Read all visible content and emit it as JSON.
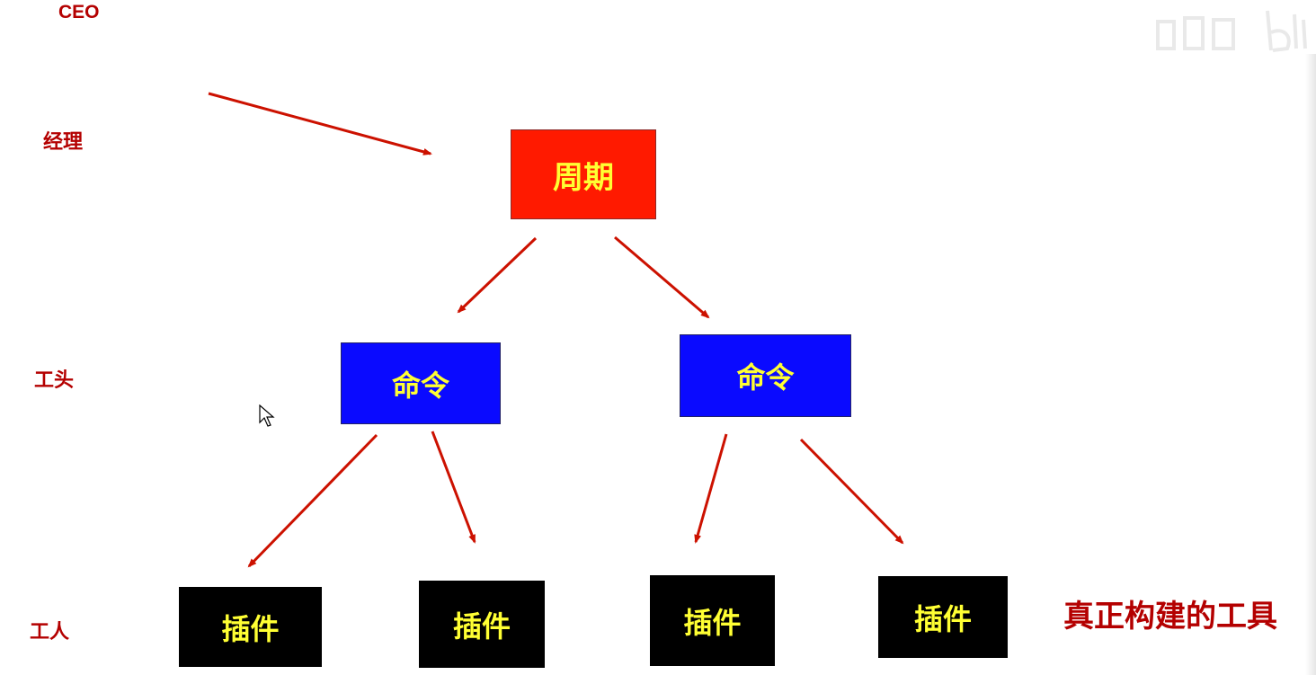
{
  "levels": {
    "ceo": "CEO",
    "manager": "经理",
    "foreman": "工头",
    "worker": "工人"
  },
  "nodes": {
    "lifecycle": "周期",
    "command_left": "命令",
    "command_right": "命令",
    "plugin_1": "插件",
    "plugin_2": "插件",
    "plugin_3": "插件",
    "plugin_4": "插件"
  },
  "note": "真正构建的工具",
  "colors": {
    "label_red": "#b40000",
    "arrow_red": "#cc1100",
    "lifecycle_fill": "#ff1a00",
    "command_fill": "#0a0aff",
    "plugin_fill": "#000000",
    "node_text": "#ffff33"
  },
  "icons": {
    "cursor": "mouse-pointer-icon",
    "watermark": "bilibili-watermark-icon"
  }
}
